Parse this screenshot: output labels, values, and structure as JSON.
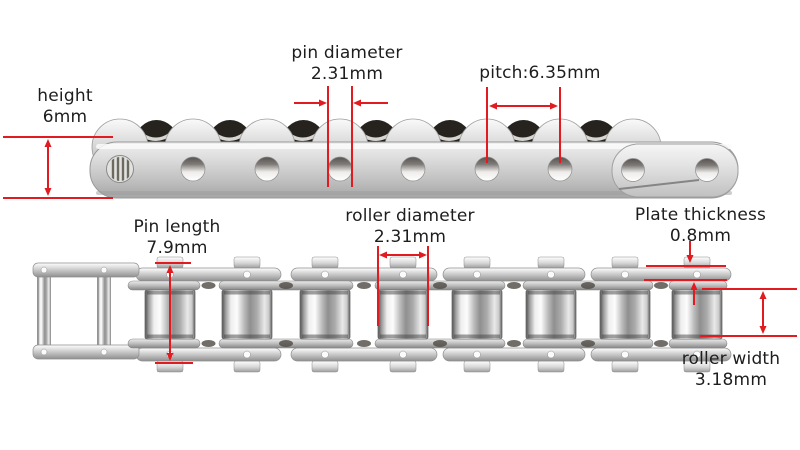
{
  "colors": {
    "background": "#ffffff",
    "dimension_red": "#e11b1f",
    "text_dark": "#1d1d1d",
    "metal_highlight": "#f7f7f7",
    "metal_mid": "#c9c9c9",
    "metal_shadow": "#8f8f8f",
    "cavity_dark": "#26231e"
  },
  "annotations": {
    "height": {
      "label": "height",
      "value": "6mm"
    },
    "pin_diameter": {
      "label": "pin diameter",
      "value": "2.31mm"
    },
    "pitch": {
      "label": "pitch:6.35mm"
    },
    "pin_length": {
      "label": "Pin length",
      "value": "7.9mm"
    },
    "roller_diameter": {
      "label": "roller diameter",
      "value": "2.31mm"
    },
    "plate_thickness": {
      "label": "Plate thickness",
      "value": "0.8mm"
    },
    "roller_width": {
      "label": "roller width",
      "value": "3.18mm"
    }
  }
}
